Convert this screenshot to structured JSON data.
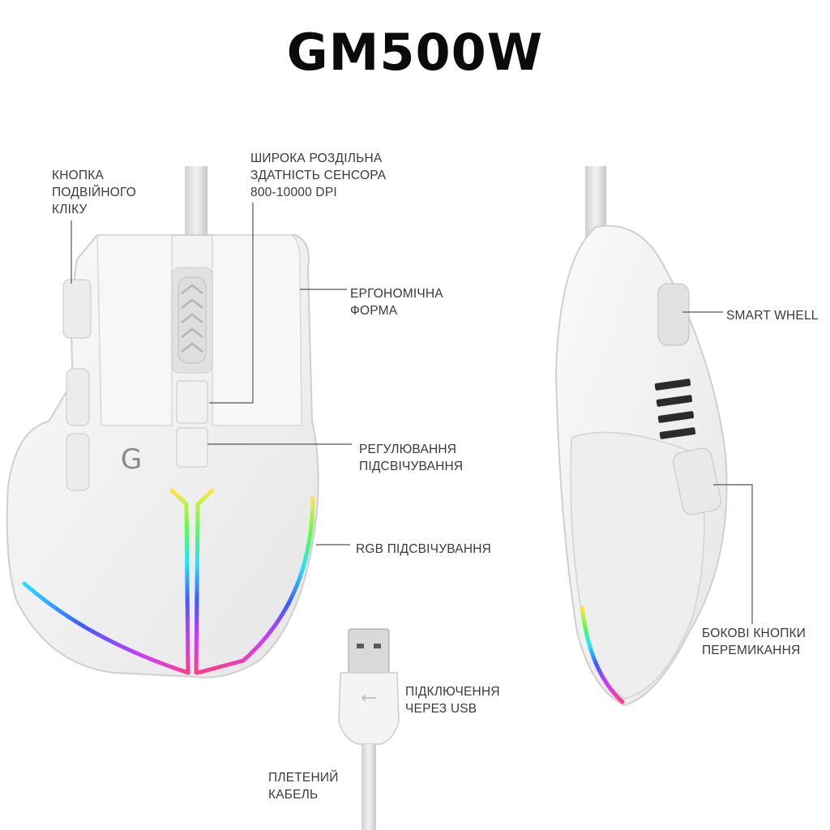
{
  "title": "GM500W",
  "labels": {
    "double_click": [
      "КНОПКА",
      "ПОДВІЙНОГО",
      "КЛІКУ"
    ],
    "dpi": [
      "ШИРОКА РОЗДІЛЬНА",
      "ЗДАТНІСТЬ СЕНСОРА",
      "800-10000 DPI"
    ],
    "ergonomic": [
      "ЕРГОНОМІЧНА",
      "ФОРМА"
    ],
    "backlight_adjust": [
      "РЕГУЛЮВАННЯ",
      "ПІДСВІЧУВАННЯ"
    ],
    "rgb": [
      "RGB ПІДСВІЧУВАННЯ"
    ],
    "smart_wheel": [
      "SMART WHELL"
    ],
    "side_buttons": [
      "БОКОВІ КНОПКИ",
      "ПЕРЕМИКАННЯ"
    ],
    "usb": [
      "ПІДКЛЮЧЕННЯ",
      "ЧЕРЕЗ USB"
    ],
    "cable": [
      "ПЛЕТЕНИЙ",
      "КАБЕЛЬ"
    ]
  },
  "colors": {
    "title": "#0b0b0b",
    "label": "#3a3a3a",
    "leader_line": "#555555",
    "mouse_body": "#f4f4f4",
    "mouse_shadow": "#d9d9d9"
  }
}
